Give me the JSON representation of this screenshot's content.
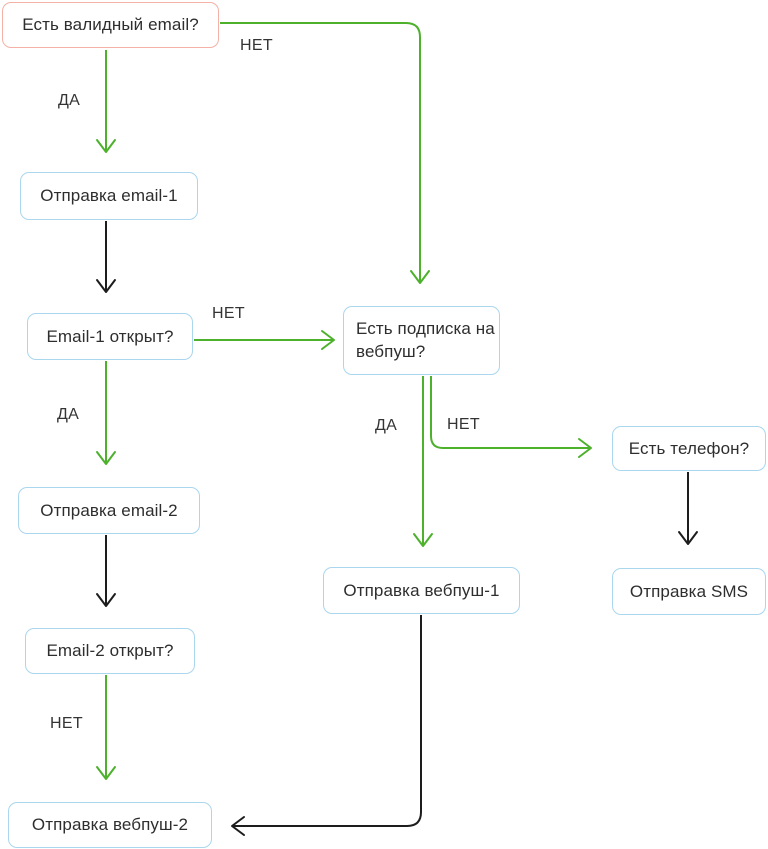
{
  "diagram": {
    "type": "flowchart",
    "language": "ru",
    "colors": {
      "edge_green": "#4db12c",
      "edge_black": "#1d1d1d",
      "node_border_red": "#f4b1a6",
      "node_border_blue": "#aad6ee",
      "node_background": "#ffffff",
      "text": "#2e2e2e"
    },
    "nodes": [
      {
        "id": "valid-email",
        "label": "Есть валидный email?",
        "kind": "start-condition"
      },
      {
        "id": "send-email-1",
        "label": "Отправка email-1",
        "kind": "action"
      },
      {
        "id": "email-1-open",
        "label": "Email-1 открыт?",
        "kind": "condition"
      },
      {
        "id": "send-email-2",
        "label": "Отправка email-2",
        "kind": "action"
      },
      {
        "id": "email-2-open",
        "label": "Email-2 открыт?",
        "kind": "condition"
      },
      {
        "id": "send-webpush-2",
        "label": "Отправка вебпуш-2",
        "kind": "action"
      },
      {
        "id": "webpush-subscription",
        "label": "Есть подписка на вебпуш?",
        "kind": "condition"
      },
      {
        "id": "phone",
        "label": "Есть телефон?",
        "kind": "condition"
      },
      {
        "id": "send-sms",
        "label": "Отправка SMS",
        "kind": "action"
      },
      {
        "id": "send-webpush-1",
        "label": "Отправка вебпуш-1",
        "kind": "action"
      }
    ],
    "edges": [
      {
        "from": "valid-email",
        "to": "send-email-1",
        "label": "ДА",
        "color": "green"
      },
      {
        "from": "valid-email",
        "to": "webpush-subscription",
        "label": "НЕТ",
        "color": "green"
      },
      {
        "from": "send-email-1",
        "to": "email-1-open",
        "label": "",
        "color": "black"
      },
      {
        "from": "email-1-open",
        "to": "send-email-2",
        "label": "ДА",
        "color": "green"
      },
      {
        "from": "email-1-open",
        "to": "webpush-subscription",
        "label": "НЕТ",
        "color": "green"
      },
      {
        "from": "send-email-2",
        "to": "email-2-open",
        "label": "",
        "color": "black"
      },
      {
        "from": "email-2-open",
        "to": "send-webpush-2",
        "label": "НЕТ",
        "color": "green"
      },
      {
        "from": "webpush-subscription",
        "to": "send-webpush-1",
        "label": "ДА",
        "color": "green"
      },
      {
        "from": "webpush-subscription",
        "to": "phone",
        "label": "НЕТ",
        "color": "green"
      },
      {
        "from": "phone",
        "to": "send-sms",
        "label": "",
        "color": "black"
      },
      {
        "from": "send-webpush-1",
        "to": "send-webpush-2",
        "label": "",
        "color": "black"
      }
    ]
  }
}
